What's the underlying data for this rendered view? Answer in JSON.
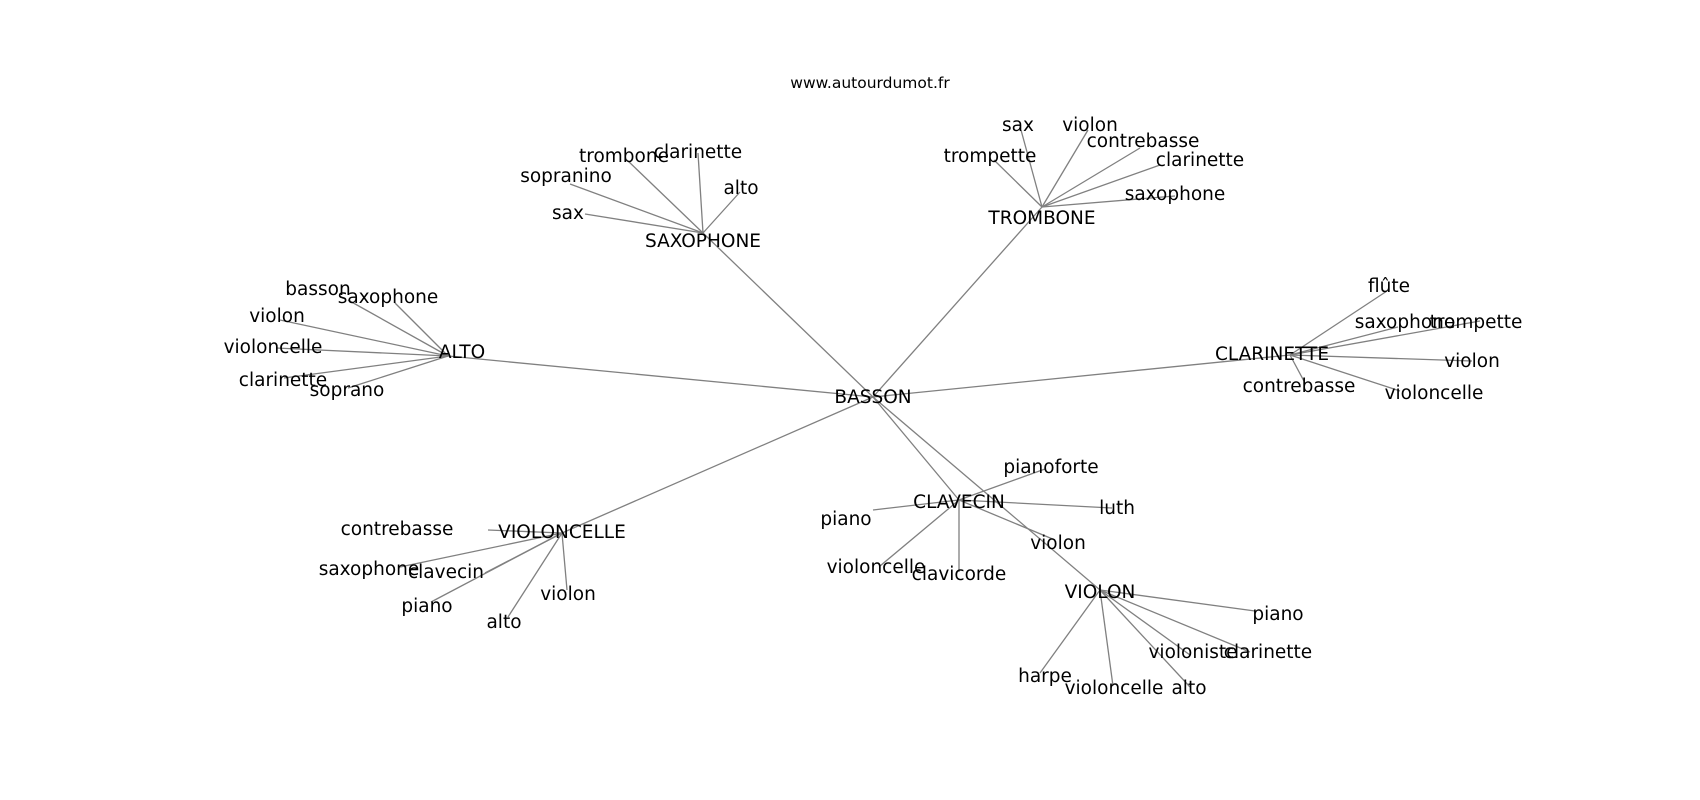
{
  "credit": "www.autourdumot.fr",
  "center": "BASSON",
  "clusters": [
    {
      "hub": "SAXOPHONE",
      "leaves": [
        "trombone",
        "clarinette",
        "sopranino",
        "alto",
        "sax"
      ]
    },
    {
      "hub": "TROMBONE",
      "leaves": [
        "sax",
        "violon",
        "trompette",
        "contrebasse",
        "clarinette",
        "saxophone"
      ]
    },
    {
      "hub": "ALTO",
      "leaves": [
        "basson",
        "saxophone",
        "violon",
        "violoncelle",
        "clarinette",
        "soprano"
      ]
    },
    {
      "hub": "CLARINETTE",
      "leaves": [
        "flûte",
        "saxophone",
        "trompette",
        "violon",
        "contrebasse",
        "violoncelle"
      ]
    },
    {
      "hub": "VIOLONCELLE",
      "leaves": [
        "contrebasse",
        "saxophone",
        "clavecin",
        "violon",
        "piano",
        "alto"
      ]
    },
    {
      "hub": "CLAVECIN",
      "leaves": [
        "pianoforte",
        "piano",
        "luth",
        "violon",
        "violoncelle",
        "clavicorde"
      ]
    },
    {
      "hub": "VIOLON",
      "leaves": [
        "piano",
        "violoniste",
        "clarinette",
        "harpe",
        "violoncelle",
        "alto"
      ]
    }
  ],
  "colors": {
    "edge": "#808080",
    "text": "#000000",
    "background": "#ffffff"
  }
}
